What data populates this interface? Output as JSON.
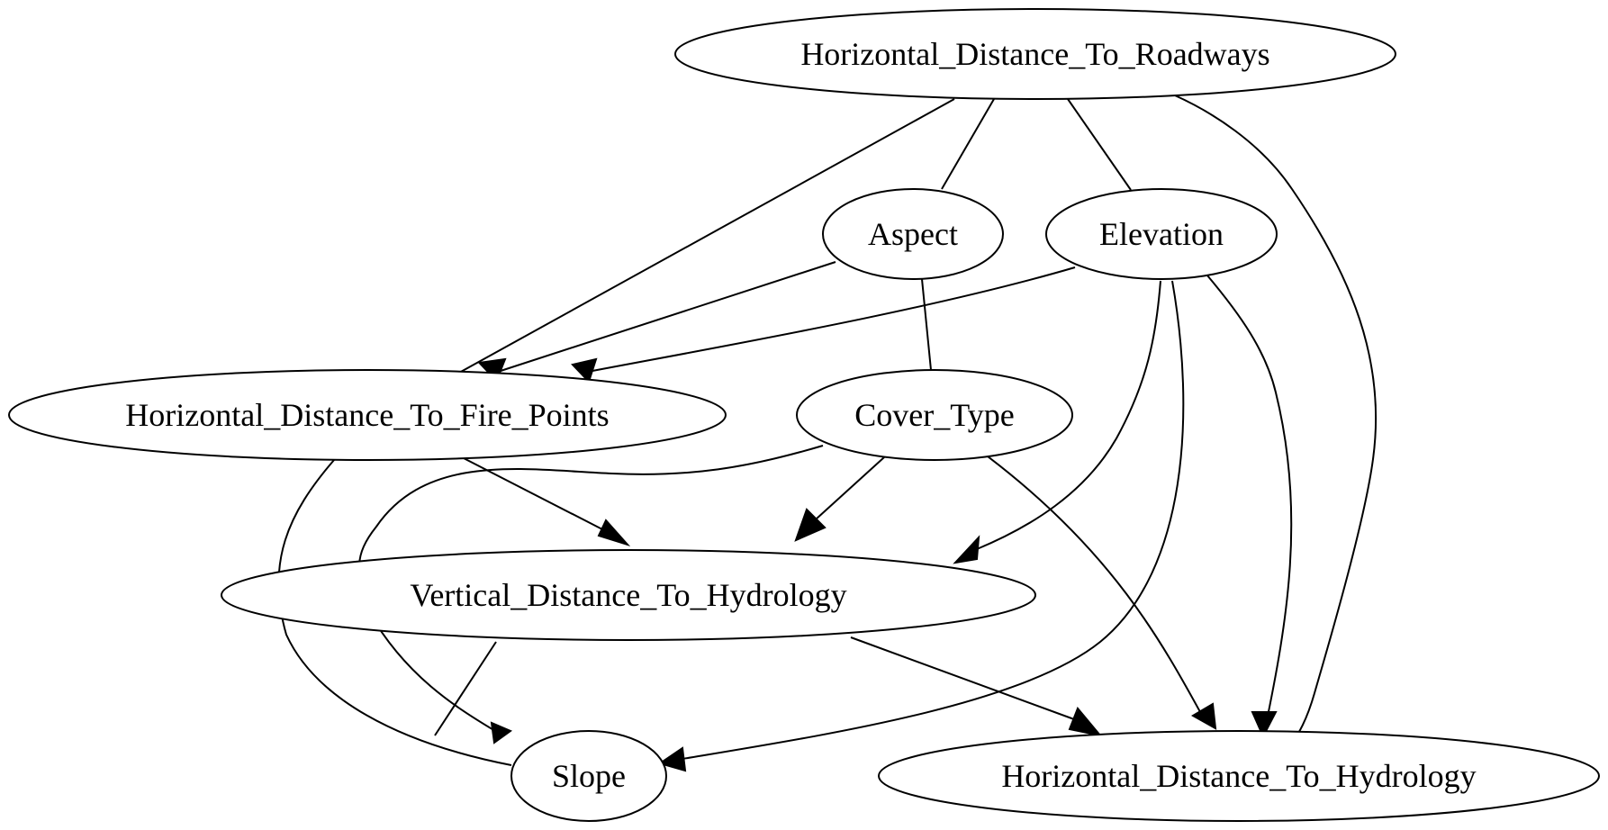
{
  "graph": {
    "nodes": [
      {
        "id": "roadways",
        "label": "Horizontal_Distance_To_Roadways"
      },
      {
        "id": "aspect",
        "label": "Aspect"
      },
      {
        "id": "elevation",
        "label": "Elevation"
      },
      {
        "id": "firepoints",
        "label": "Horizontal_Distance_To_Fire_Points"
      },
      {
        "id": "covertype",
        "label": "Cover_Type"
      },
      {
        "id": "vertical",
        "label": "Vertical_Distance_To_Hydrology"
      },
      {
        "id": "slope",
        "label": "Slope"
      },
      {
        "id": "hydrology",
        "label": "Horizontal_Distance_To_Hydrology"
      }
    ],
    "edges": [
      {
        "from": "roadways",
        "to": "aspect",
        "directed": false
      },
      {
        "from": "roadways",
        "to": "elevation",
        "directed": false
      },
      {
        "from": "roadways",
        "to": "firepoints",
        "directed": false
      },
      {
        "from": "roadways",
        "to": "hydrology",
        "directed": true
      },
      {
        "from": "aspect",
        "to": "firepoints",
        "directed": true
      },
      {
        "from": "aspect",
        "to": "covertype",
        "directed": false
      },
      {
        "from": "elevation",
        "to": "firepoints",
        "directed": true
      },
      {
        "from": "elevation",
        "to": "vertical",
        "directed": true
      },
      {
        "from": "elevation",
        "to": "slope",
        "directed": true
      },
      {
        "from": "elevation",
        "to": "hydrology",
        "directed": true
      },
      {
        "from": "firepoints",
        "to": "vertical",
        "directed": true
      },
      {
        "from": "firepoints",
        "to": "slope",
        "directed": false
      },
      {
        "from": "covertype",
        "to": "vertical",
        "directed": true
      },
      {
        "from": "covertype",
        "to": "slope",
        "directed": true
      },
      {
        "from": "covertype",
        "to": "hydrology",
        "directed": true
      },
      {
        "from": "vertical",
        "to": "slope",
        "directed": false
      },
      {
        "from": "vertical",
        "to": "hydrology",
        "directed": true
      }
    ]
  }
}
